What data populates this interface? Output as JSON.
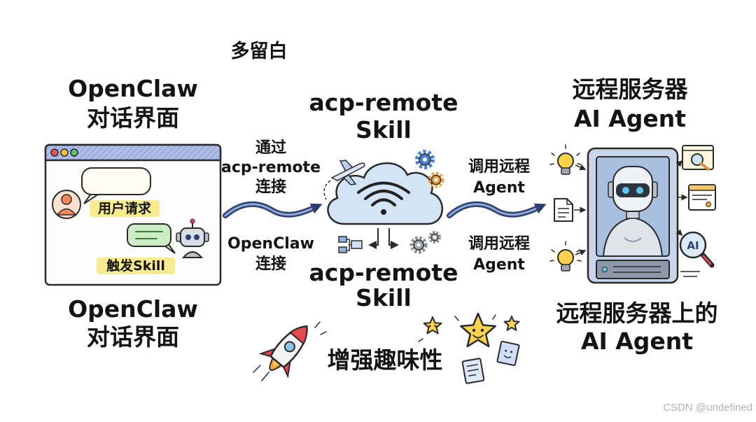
{
  "top_note": "多留白",
  "left": {
    "title_lines": [
      "OpenClaw",
      "对话界面"
    ],
    "window": {
      "user_label": "用户请求",
      "trigger_label": "触发Skill",
      "icons": [
        "user-avatar",
        "speech-bubble",
        "chat-bubble",
        "robot"
      ]
    },
    "caption_lines": [
      "OpenClaw",
      "对话界面"
    ]
  },
  "arrow_left": {
    "top_lines": [
      "通过",
      "acp-remote",
      "连接"
    ],
    "bottom_lines": [
      "OpenClaw",
      "连接"
    ]
  },
  "center": {
    "title_lines": [
      "acp-remote",
      "Skill"
    ],
    "icons": [
      "cloud",
      "wifi",
      "airplane",
      "gear",
      "flow-nodes"
    ],
    "caption_lines": [
      "acp-remote",
      "Skill"
    ]
  },
  "arrow_right": {
    "top_lines": [
      "调用远程",
      "Agent"
    ],
    "bottom_lines": [
      "调用远程",
      "Agent"
    ]
  },
  "right": {
    "title_lines": [
      "远程服务器",
      "AI Agent"
    ],
    "ai_badge": "AI",
    "icons": [
      "robot-agent",
      "lightbulb",
      "document",
      "search-window",
      "browser-window",
      "magnifier"
    ],
    "caption_lines": [
      "远程服务器上的",
      "AI Agent"
    ]
  },
  "bottom": {
    "label": "增强趣味性",
    "icons": [
      "rocket",
      "star",
      "document"
    ]
  },
  "watermark": "CSDN @undefined",
  "colors": {
    "text": "#141414",
    "arrow": "#2c3e6e",
    "arrow_fill": "#8ea9d8",
    "highlight": "#f8ea84",
    "cloud": "#d4e4f7",
    "watermark": "#b3b3b3"
  }
}
